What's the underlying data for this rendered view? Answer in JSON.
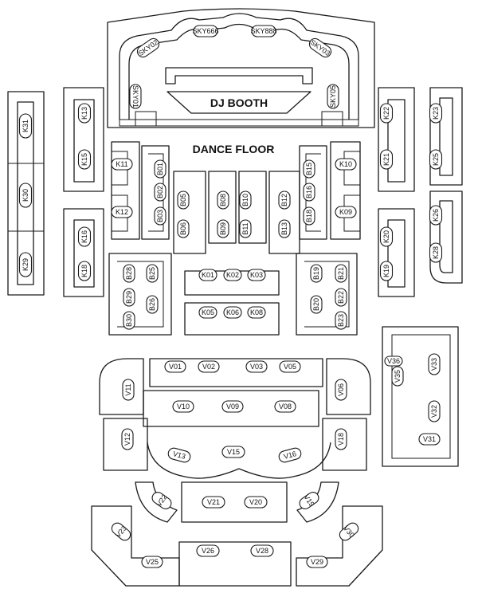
{
  "booth": {
    "title": "DJ BOOTH"
  },
  "dance_floor": {
    "title": "DANCE FLOOR"
  },
  "sky_tables": [
    "SKY01",
    "SKY02",
    "SKY666",
    "SKY888",
    "SKY03",
    "SKY05"
  ],
  "k_tables": [
    "K31",
    "K30",
    "K29",
    "K13",
    "K15",
    "K16",
    "K18",
    "K11",
    "K12",
    "K10",
    "K09",
    "K22",
    "K21",
    "K23",
    "K25",
    "K20",
    "K19",
    "K26",
    "K28",
    "K01",
    "K02",
    "K03",
    "K05",
    "K06",
    "K08"
  ],
  "b_tables": [
    "B01",
    "B02",
    "B03",
    "B05",
    "B06",
    "B08",
    "B09",
    "B10",
    "B11",
    "B12",
    "B13",
    "B15",
    "B16",
    "B18",
    "B28",
    "B29",
    "B30",
    "B25",
    "B26",
    "B19",
    "B20",
    "B21",
    "B22",
    "B23"
  ],
  "v_tables": [
    "V01",
    "V02",
    "V03",
    "V05",
    "V10",
    "V09",
    "V08",
    "V11",
    "V06",
    "V12",
    "V18",
    "V13",
    "V15",
    "V16",
    "V22",
    "V21",
    "V20",
    "V19",
    "V23",
    "V25",
    "V26",
    "V28",
    "V29",
    "V30",
    "V36",
    "V35",
    "V33",
    "V32",
    "V31"
  ]
}
